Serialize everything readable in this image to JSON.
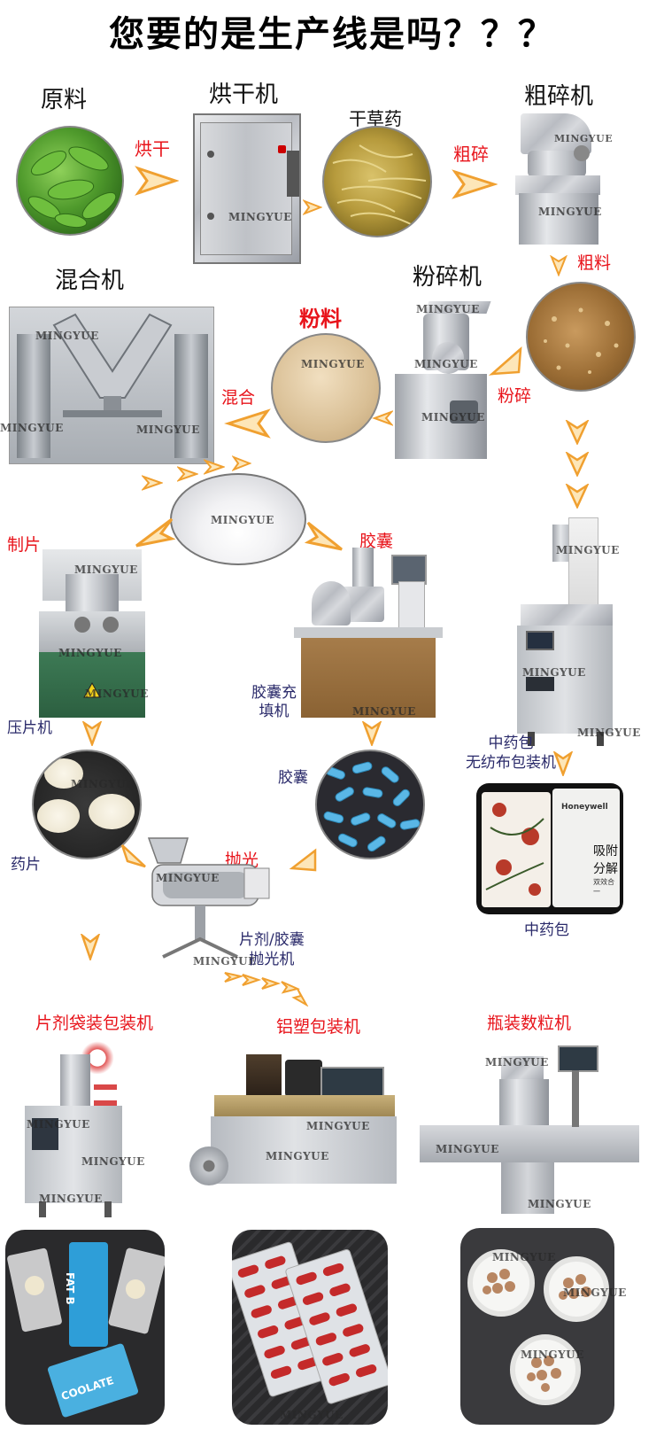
{
  "title": "您要的是生产线是吗？？？",
  "watermark": "MINGYUE",
  "labels": {
    "raw": "原料",
    "dryer": "烘干机",
    "dry_herb": "干草药",
    "coarse_crusher": "粗碎机",
    "mixer": "混合机",
    "pulverizer": "粉碎机",
    "powder": "粉料",
    "coarse_material": "粗料",
    "tablet_step": "制片",
    "capsule_step": "胶囊",
    "capsule_filler": "胶囊充\n填机",
    "tablet_press": "压片机",
    "capsules": "胶囊",
    "tablets": "药片",
    "polish_step": "抛光",
    "polisher": "片剂/胶囊\n抛光机",
    "herb_pack_machine": "中药包\n无纺布包装机",
    "herb_pack": "中药包",
    "bag_packer": "片剂袋装包装机",
    "blister_packer": "铝塑包装机",
    "bottle_counter": "瓶装数粒机"
  },
  "arrows": {
    "dry": "烘干",
    "coarse": "粗碎",
    "crush": "粉碎",
    "mix": "混合"
  },
  "product_text": {
    "honeywell": "Honeywell",
    "absorb1": "吸附",
    "absorb2": "分解",
    "absorb3": "双效合一",
    "fat": "FAT B",
    "coolate": "COOLATE"
  },
  "colors": {
    "red": "#e8141b",
    "arrow_fill": "#fde6b8",
    "arrow_stroke": "#f0a030",
    "navy": "#2a2a6a"
  }
}
